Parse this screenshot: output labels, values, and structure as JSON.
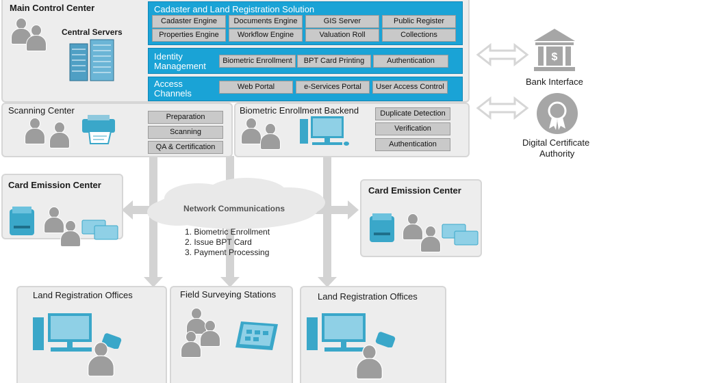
{
  "main_center": {
    "title": "Main Control Center",
    "servers_label": "Central Servers"
  },
  "cadaster": {
    "title": "Cadaster and Land Registration Solution",
    "modules": [
      "Cadaster Engine",
      "Documents Engine",
      "GIS Server",
      "Public Register",
      "Properties Engine",
      "Workflow Engine",
      "Valuation Roll",
      "Collections"
    ]
  },
  "identity": {
    "title_line1": "Identity",
    "title_line2": "Management",
    "modules": [
      "Biometric Enrollment",
      "BPT Card Printing",
      "Authentication"
    ]
  },
  "access": {
    "title_line1": "Access",
    "title_line2": "Channels",
    "modules": [
      "Web Portal",
      "e-Services Portal",
      "User Access Control"
    ]
  },
  "scanning": {
    "title": "Scanning Center",
    "steps": [
      "Preparation",
      "Scanning",
      "QA & Certification"
    ]
  },
  "biometric_backend": {
    "title": "Biometric Enrollment Backend",
    "steps": [
      "Duplicate Detection",
      "Verification",
      "Authentication"
    ]
  },
  "bank": {
    "label": "Bank Interface"
  },
  "dca": {
    "line1": "Digital Certificate",
    "line2": "Authority"
  },
  "card_left": {
    "title": "Card Emission Center"
  },
  "card_right": {
    "title": "Card Emission Center"
  },
  "network": {
    "title": "Network  Communications",
    "items": [
      "1.   Biometric Enrollment",
      "2.   Issue BPT Card",
      "3.   Payment Processing"
    ]
  },
  "lro_left": {
    "title": "Land Registration Offices"
  },
  "field": {
    "title": "Field Surveying Stations"
  },
  "lro_right": {
    "title": "Land Registration Offices"
  },
  "colors": {
    "blue": "#1aa3d6",
    "panel": "#ededed",
    "chip": "#c9c9c9",
    "icon_teal": "#3aa7c9"
  }
}
